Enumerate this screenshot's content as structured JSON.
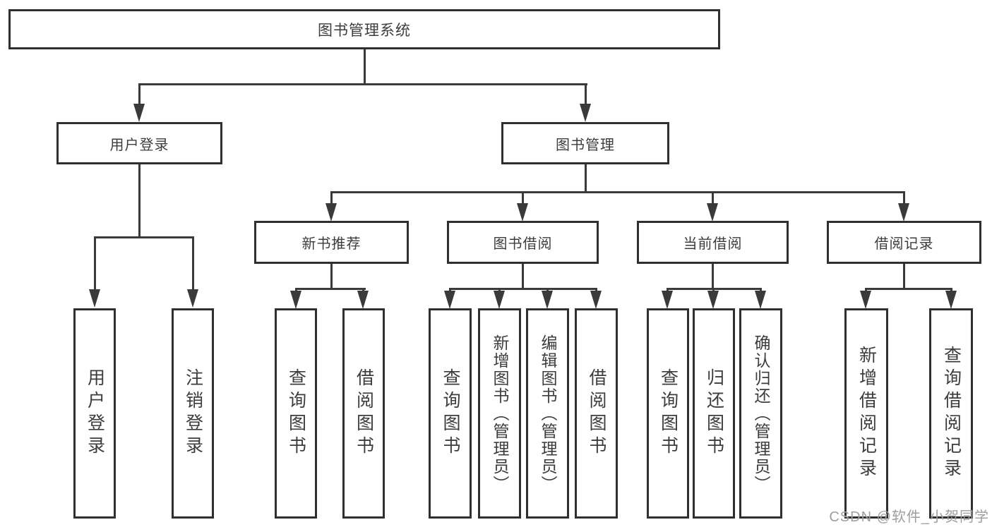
{
  "tree": {
    "root": {
      "label": "图书管理系统"
    },
    "level2": [
      {
        "label": "用户登录",
        "children": [
          {
            "label": "用户登录"
          },
          {
            "label": "注销登录"
          }
        ]
      },
      {
        "label": "图书管理",
        "sections": [
          {
            "label": "新书推荐",
            "children": [
              {
                "label": "查询图书"
              },
              {
                "label": "借阅图书"
              }
            ]
          },
          {
            "label": "图书借阅",
            "children": [
              {
                "label": "查询图书"
              },
              {
                "label": "新增图书（管理员）"
              },
              {
                "label": "编辑图书（管理员）"
              },
              {
                "label": "借阅图书"
              }
            ]
          },
          {
            "label": "当前借阅",
            "children": [
              {
                "label": "查询图书"
              },
              {
                "label": "归还图书"
              },
              {
                "label": "确认归还（管理员）"
              }
            ]
          },
          {
            "label": "借阅记录",
            "children": [
              {
                "label": "新增借阅记录"
              },
              {
                "label": "查询借阅记录"
              }
            ]
          }
        ]
      }
    ]
  },
  "watermark": {
    "text": "CSDN @软件_小贺同学"
  },
  "colors": {
    "line": "#3a3a3a",
    "box_border": "#2f2f2f",
    "box_fill": "#ffffff",
    "text": "#3c3c3c",
    "watermark": "#9e9e9e",
    "background": "#ffffff"
  }
}
